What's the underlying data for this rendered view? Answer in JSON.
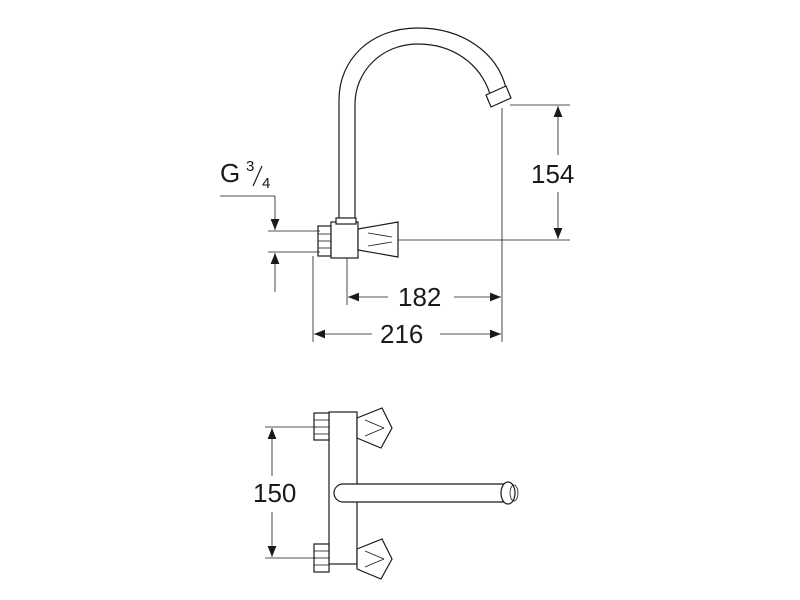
{
  "drawing": {
    "thread_label": {
      "prefix": "G",
      "numerator": "3",
      "denominator": "4"
    },
    "dimensions": {
      "spout_height": "154",
      "spout_reach_inner": "182",
      "spout_reach_outer": "216",
      "inlet_spacing": "150"
    }
  }
}
